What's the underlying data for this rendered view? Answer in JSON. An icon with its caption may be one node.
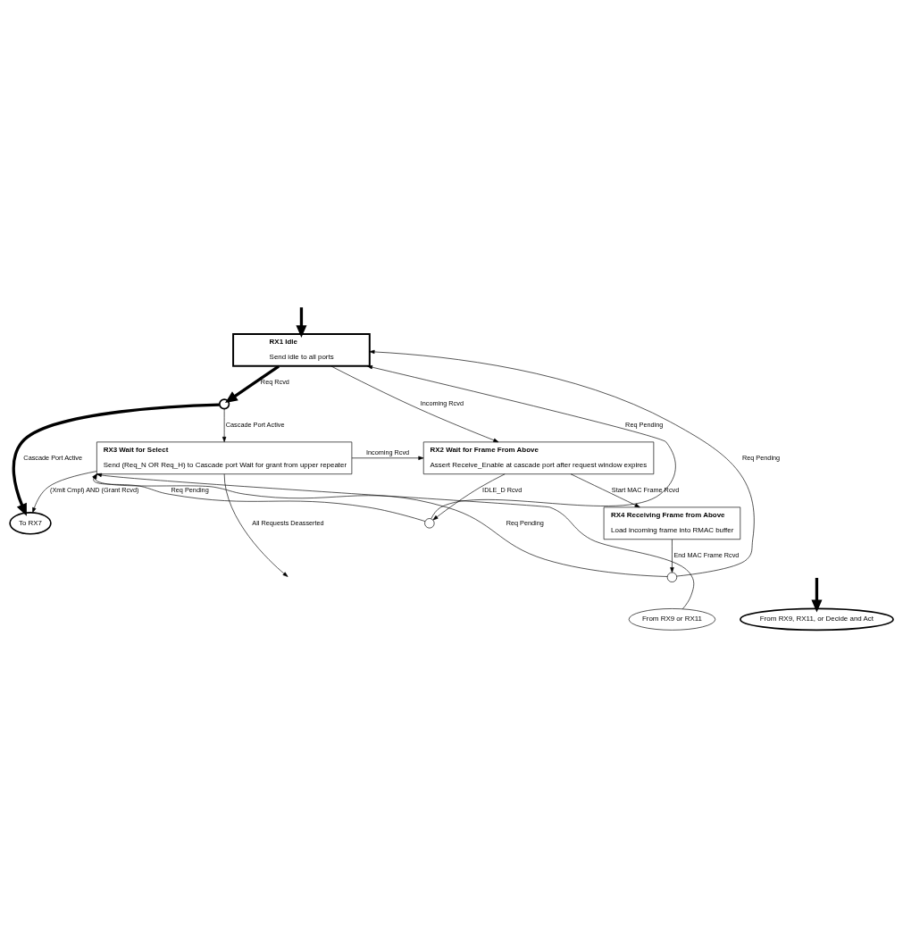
{
  "diagram": {
    "nodes": [
      {
        "text": [
          "RX1 Idle",
          "Send idle to all ports"
        ]
      },
      {
        "text": [],
        "shape": "circle"
      },
      {
        "text": [
          "RX2 Wait for Frame From Above",
          "Assert Receive_Enable at cascade port after request window expires"
        ]
      },
      {
        "text": [
          "RX3 Wait for Select",
          "Send (Req_N OR Req_H) to Cascade port Wait for grant from upper repeater"
        ]
      },
      {
        "text": [],
        "shape": "circle"
      },
      {
        "text": [
          "RX4 Receiving Frame from Above",
          "Load incoming frame into RMAC buffer"
        ]
      },
      {
        "text": [],
        "shape": "circle"
      },
      {
        "text": [
          "To RX7"
        ]
      },
      {
        "text": [
          "From RX9 or RX11"
        ]
      },
      {
        "text": [
          "From RX9, RX11, or Decide and Act"
        ]
      }
    ],
    "edges": [
      {
        "from": 0,
        "to": 2,
        "label": "Incoming Rcvd",
        "arrow": "to"
      },
      {
        "from": 0,
        "to": 1,
        "label": "Req Rcvd",
        "arrow": "to",
        "style": "thick"
      },
      {
        "from": 1,
        "to": 3,
        "label": "Cascade Port Active",
        "arrow": "to"
      },
      {
        "from": 1,
        "to": 7,
        "label": "Cascade Port Active",
        "arrow": "to",
        "style": "thick"
      },
      {
        "from": 3,
        "to": 2,
        "label": "Incoming Rcvd",
        "arrow": "to"
      },
      {
        "from": 3,
        "to": null,
        "label": "All Requests Deasserted",
        "arrow": "to"
      },
      {
        "from": 3,
        "to": 7,
        "label": "(Xmit Cmpl) AND (Grant Rcvd)",
        "arrow": "to"
      },
      {
        "from": 2,
        "to": 4,
        "label": "IDLE_D Rcvd",
        "arrow": "to"
      },
      {
        "from": 4,
        "to": 3,
        "label": "Req Pending",
        "arrow": "to"
      },
      {
        "from": 4,
        "to": 0,
        "label": "Req Pending",
        "arrow": "to"
      },
      {
        "from": 2,
        "to": 5,
        "label": "Start MAC Frame Rcvd",
        "arrow": "to"
      },
      {
        "from": 5,
        "to": 6,
        "label": "End MAC Frame Rcvd",
        "arrow": "to"
      },
      {
        "from": 6,
        "to": 3,
        "label": "Req Pending",
        "arrow": "to"
      },
      {
        "from": 6,
        "to": 0,
        "label": "Req Pending",
        "arrow": "to"
      },
      {
        "from": 8,
        "to": 3,
        "arrow": "to"
      },
      {
        "from": null,
        "to": 0,
        "arrow": "to",
        "style": "thick"
      },
      {
        "from": null,
        "to": 9,
        "arrow": "to",
        "style": "thick"
      }
    ]
  }
}
